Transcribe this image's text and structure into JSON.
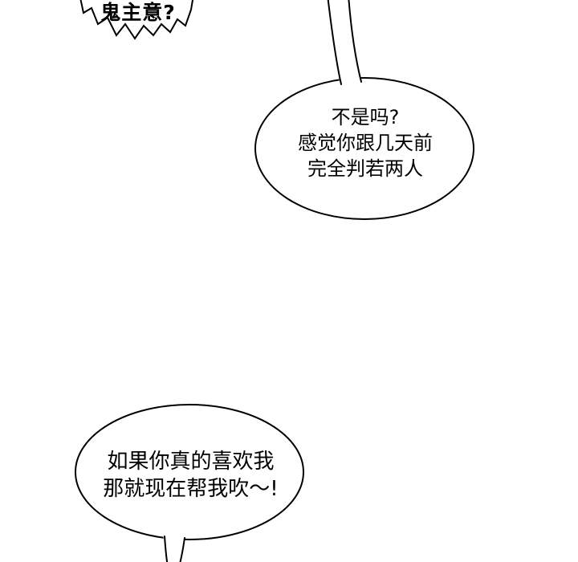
{
  "page": {
    "background": "#ffffff",
    "line_color": "#000000",
    "text_color": "#000000"
  },
  "bubbles": {
    "shout": {
      "text": "鬼主意?"
    },
    "middle": {
      "lines": [
        "不是吗?",
        "感觉你跟几天前",
        "完全判若两人"
      ]
    },
    "bottom": {
      "lines": [
        "如果你真的喜欢我",
        "那就现在帮我吹～!"
      ]
    }
  }
}
